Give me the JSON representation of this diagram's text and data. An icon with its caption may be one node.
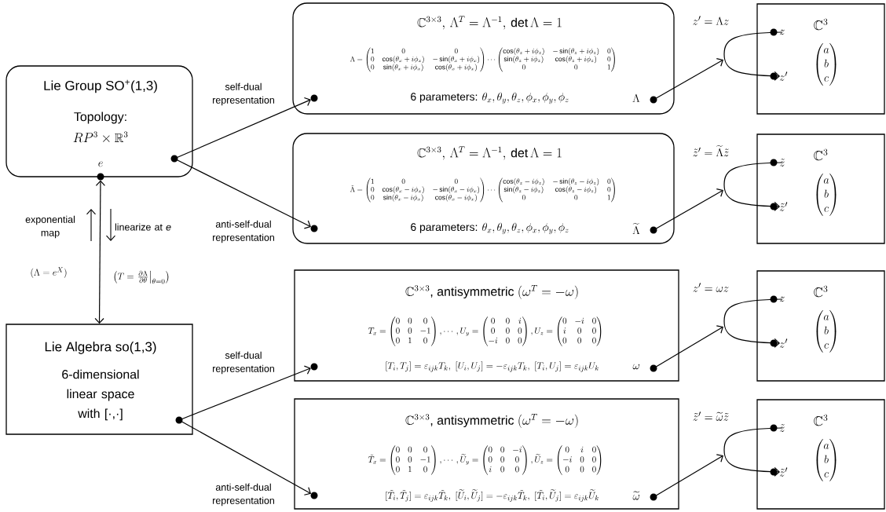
{
  "diagram": {
    "nodes": [
      {
        "text": [
          "Lie Group SO$^{+}$(1,3)",
          "Topology:",
          "RP^3\\times\\mathbb{R}^3",
          "e"
        ]
      },
      {
        "text": [
          "Lie Algebra so(1,3)",
          "6-dimensional linear space with [·,·]"
        ]
      },
      {
        "text": [
          "\\mathbb{C}^{3\\times 3},\\,\\Lambda^T=\\Lambda^{-1},\\,\\det\\Lambda=1",
          "\\Lambda=\\begin{pmatrix}1&0&0\\\\0&\\cos(\\theta_x+i\\phi_x)&-\\sin(\\theta_x+i\\phi_x)\\\\0&\\sin(\\theta_x+i\\phi_x)&\\cos(\\theta_x+i\\phi_x)\\end{pmatrix}\\cdots\\begin{pmatrix}\\cos(\\theta_z+i\\phi_z)&-\\sin(\\theta_z+i\\phi_z)&0\\\\\\sin(\\theta_z+i\\phi_z)&\\cos(\\theta_z+i\\phi_z)&0\\\\0&0&1\\end{pmatrix}",
          "\\text{6 parameters: }\\theta_x,\\theta_y,\\theta_z,\\phi_x,\\phi_y,\\phi_z",
          "\\Lambda"
        ]
      },
      {
        "text": [
          "\\mathbb{C}^3",
          "\\begin{pmatrix}a\\\\b\\\\c\\end{pmatrix}"
        ]
      },
      {
        "text": [
          "z"
        ],
        "in": 3
      },
      {
        "text": [
          "z'"
        ],
        "in": 3
      },
      {
        "text": [
          "\\mathbb{C}^{3\\times 3},\\,\\Lambda^T=\\Lambda^{-1},\\,\\det\\Lambda=1",
          "\\tilde\\Lambda=\\begin{pmatrix}1&0&0\\\\0&\\cos(\\theta_x-i\\phi_x)&-\\sin(\\theta_x-i\\phi_x)\\\\0&\\sin(\\theta_x-i\\phi_x)&\\cos(\\theta_x-i\\phi_x)\\end{pmatrix}\\cdots\\begin{pmatrix}\\cos(\\theta_z-i\\phi_z)&-\\sin(\\theta_z-i\\phi_z)&0\\\\\\sin(\\theta_z-i\\phi_z)&\\cos(\\theta_z-i\\phi_z)&0\\\\0&0&1\\end{pmatrix}",
          "\\text{6 parameters: }\\theta_x,\\theta_y,\\theta_z,\\phi_x,\\phi_y,\\phi_z",
          "\\widetilde{\\Lambda}"
        ]
      },
      {
        "text": [
          "\\mathbb{C}^3",
          "\\begin{pmatrix}a\\\\b\\\\c\\end{pmatrix}"
        ]
      },
      {
        "text": [
          "\\tilde z"
        ],
        "in": 7
      },
      {
        "text": [
          "\\tilde z'"
        ],
        "in": 7
      },
      {
        "text": [
          "\\mathbb{C}^{3\\times 3}\\text{, antisymmetric }(\\omega^T=-\\omega)",
          "T_x=\\begin{pmatrix}0&0&0\\\\0&0&-1\\\\0&1&0\\end{pmatrix},\\cdots,U_y=\\begin{pmatrix}0&0&i\\\\0&0&0\\\\-i&0&0\\end{pmatrix},U_z=\\begin{pmatrix}0&-i&0\\\\i&0&0\\\\0&0&0\\end{pmatrix}",
          "[T_i,T_j]=\\varepsilon_{ijk}T_k,\\ [U_i,U_j]=-\\varepsilon_{ijk}T_k,\\ [T_i,U_j]=\\varepsilon_{ijk}U_k",
          "\\omega"
        ]
      },
      {
        "text": [
          "\\mathbb{C}^3",
          "\\begin{pmatrix}a\\\\b\\\\c\\end{pmatrix}"
        ]
      },
      {
        "text": [
          "z"
        ],
        "in": 11
      },
      {
        "text": [
          "z'"
        ],
        "in": 11
      },
      {
        "text": [
          "\\mathbb{C}^{3\\times 3}\\text{, antisymmetric }(\\omega^T=-\\omega)",
          "\\tilde T_x=\\begin{pmatrix}0&0&0\\\\0&0&-1\\\\0&1&0\\end{pmatrix},\\cdots,\\widetilde U_y=\\begin{pmatrix}0&0&-i\\\\0&0&0\\\\i&0&0\\end{pmatrix},\\widetilde U_z=\\begin{pmatrix}0&i&0\\\\-i&0&0\\\\0&0&0\\end{pmatrix}",
          "[\\tilde T_i,\\tilde T_j]=\\varepsilon_{ijk}\\tilde T_k,\\ [\\widetilde U_i,\\widetilde U_j]=-\\varepsilon_{ijk}\\tilde T_k,\\ [\\tilde T_i,\\widetilde U_j]=\\varepsilon_{ijk}\\widetilde U_k",
          "\\widetilde{\\omega}"
        ]
      },
      {
        "text": [
          "\\mathbb{C}^3",
          "\\begin{pmatrix}a\\\\b\\\\c\\end{pmatrix}"
        ]
      },
      {
        "text": [
          "\\tilde z"
        ],
        "in": 15
      },
      {
        "text": [
          "\\tilde z'"
        ],
        "in": 15
      }
    ],
    "edges": [
      {
        "from": 0,
        "to": 1,
        "arrow": "both"
      },
      {
        "from": 0,
        "to": 2,
        "arrow": "to",
        "label": "self-dual representation"
      },
      {
        "from": 0,
        "to": 6,
        "arrow": "to",
        "label": "anti-self-dual representation"
      },
      {
        "from": 1,
        "to": 10,
        "arrow": "to",
        "label": "self-dual representation"
      },
      {
        "from": 1,
        "to": 14,
        "arrow": "to",
        "label": "anti-self-dual representation"
      },
      {
        "from": 2,
        "to": null,
        "arrow": "to",
        "label": "z'=\\Lambda z"
      },
      {
        "from": 4,
        "to": 5,
        "arrow": "to"
      },
      {
        "from": 6,
        "to": null,
        "arrow": "to",
        "label": "\\tilde z'=\\widetilde{\\Lambda}\\tilde z"
      },
      {
        "from": 8,
        "to": 9,
        "arrow": "to"
      },
      {
        "from": 10,
        "to": null,
        "arrow": "to",
        "label": "z'=\\omega z"
      },
      {
        "from": 12,
        "to": 13,
        "arrow": "to"
      },
      {
        "from": 14,
        "to": null,
        "arrow": "to",
        "label": "\\tilde z'=\\widetilde{\\omega}\\tilde z"
      },
      {
        "from": 16,
        "to": 17,
        "arrow": "to"
      }
    ],
    "labels": [
      "exponential map",
      "linearize at *e*",
      "(\\Lambda=e^X)",
      "\\left(T=\\left.\\frac{\\partial\\Lambda}{\\partial\\theta}\\right|_{\\theta=0}\\right)"
    ]
  }
}
